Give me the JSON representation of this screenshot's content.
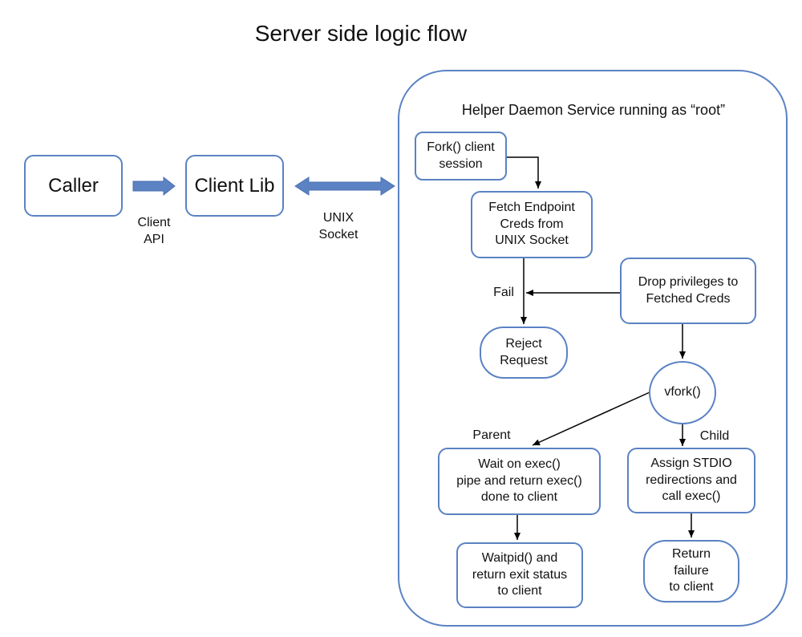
{
  "title": "Server side logic flow",
  "container": {
    "label": "Helper Daemon Service running as “root”"
  },
  "nodes": {
    "caller": "Caller",
    "client_lib": "Client Lib",
    "fork": "Fork() client\nsession",
    "fetch": "Fetch Endpoint\nCreds from\nUNIX Socket",
    "drop": "Drop privileges to\nFetched Creds",
    "reject": "Reject\nRequest",
    "vfork": "vfork()",
    "wait": "Wait on exec()\npipe and return exec()\ndone to client",
    "assign": "Assign STDIO\nredirections and\ncall exec()",
    "waitpid": "Waitpid() and\nreturn exit status\nto client",
    "return_failure": "Return\nfailure\nto client"
  },
  "edge_labels": {
    "client_api": "Client\nAPI",
    "unix_socket": "UNIX\nSocket",
    "fail": "Fail",
    "parent": "Parent",
    "child": "Child"
  },
  "colors": {
    "node_border": "#5b82c3",
    "block_arrow": "#5b82c3",
    "edge": "#000000"
  }
}
